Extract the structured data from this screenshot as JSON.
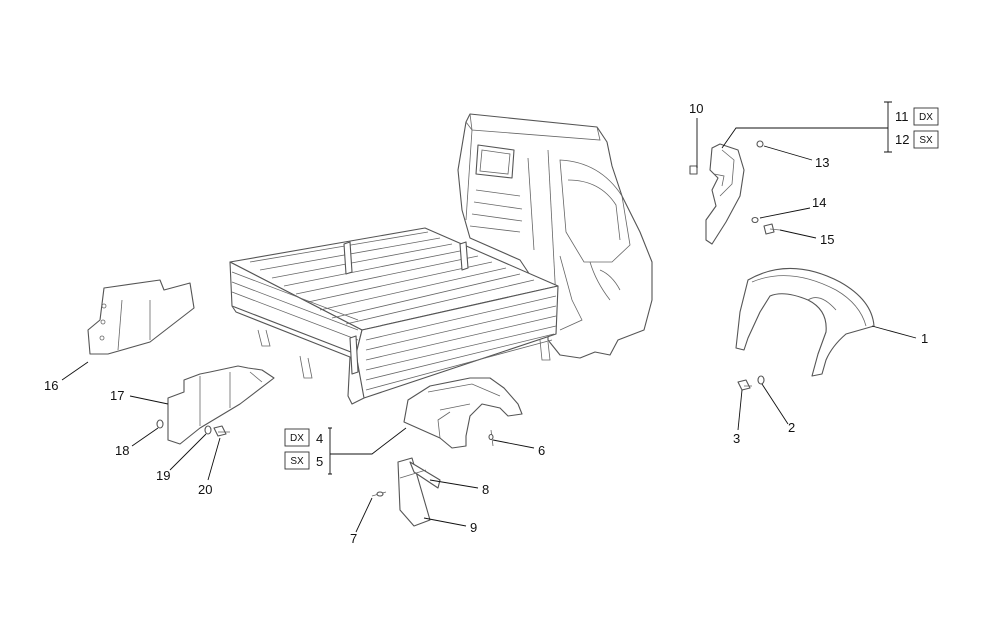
{
  "callouts": {
    "c1": "1",
    "c2": "2",
    "c3": "3",
    "c4": "4",
    "c5": "5",
    "c6": "6",
    "c7": "7",
    "c8": "8",
    "c9": "9",
    "c10": "10",
    "c11": "11",
    "c12": "12",
    "c13": "13",
    "c14": "14",
    "c15": "15",
    "c16": "16",
    "c17": "17",
    "c18": "18",
    "c19": "19",
    "c20": "20"
  },
  "side_tags": {
    "dx_right": "DX",
    "sx_right": "SX",
    "dx_rear": "DX",
    "sx_rear": "SX"
  },
  "colors": {
    "line": "#555555",
    "text": "#111111",
    "background": "#ffffff"
  }
}
